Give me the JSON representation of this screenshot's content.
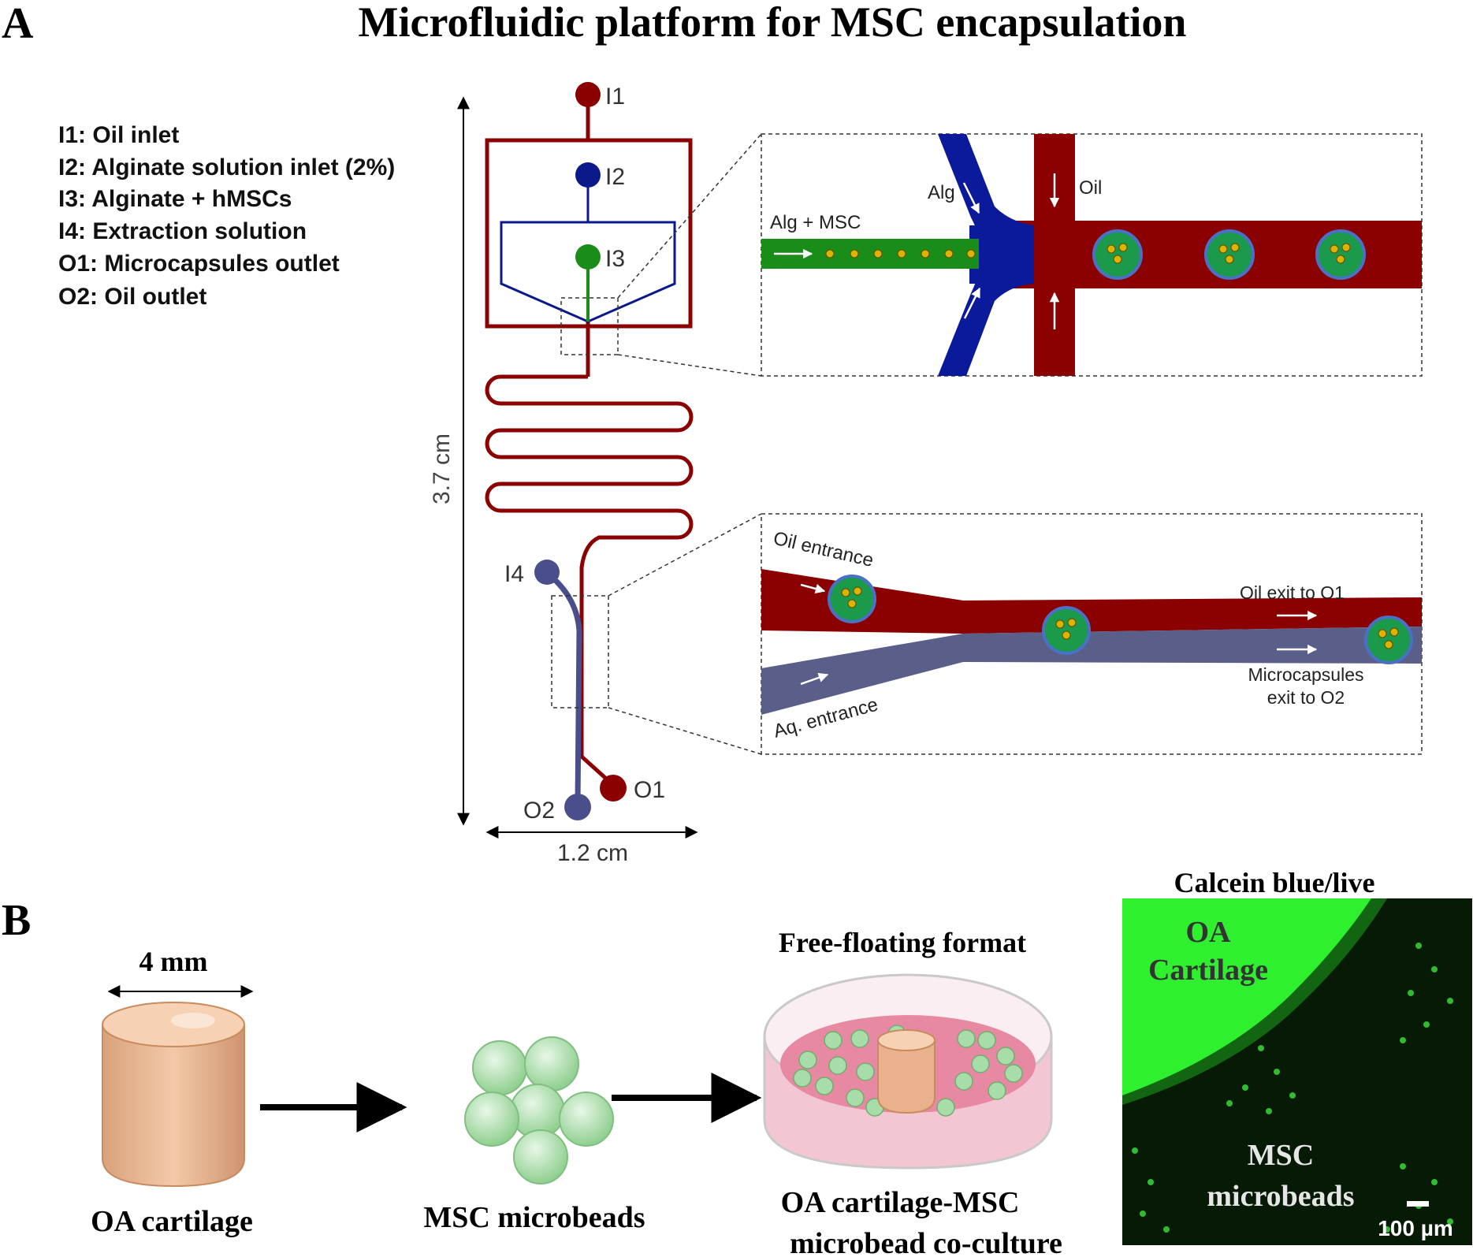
{
  "panel_a": {
    "letter": "A",
    "title": "Microfluidic platform for MSC encapsulation",
    "legend": [
      "I1:  Oil inlet",
      "I2:  Alginate solution inlet (2%)",
      "I3:  Alginate + hMSCs",
      "I4:  Extraction solution",
      "O1: Microcapsules outlet",
      "O2: Oil outlet"
    ],
    "ports": {
      "i1": "I1",
      "i2": "I2",
      "i3": "I3",
      "i4": "I4",
      "o1": "O1",
      "o2": "O2"
    },
    "dimensions": {
      "height": "3.7 cm",
      "width": "1.2 cm"
    },
    "inset_top": {
      "alg_msc": "Alg + MSC",
      "alg": "Alg",
      "oil": "Oil"
    },
    "inset_bottom": {
      "oil_entrance": "Oil entrance",
      "aq_entrance": "Aq. entrance",
      "oil_exit": "Oil exit to O1",
      "microcaps_exit_line1": "Microcapsules",
      "microcaps_exit_line2": "exit to O2"
    },
    "colors": {
      "oil": "#8b0000",
      "alginate": "#001a8c",
      "alg_msc": "#1a8c1a",
      "extraction": "#4a4f8c",
      "aq": "#5a5f8a"
    }
  },
  "panel_b": {
    "letter": "B",
    "cartilage_size": "4 mm",
    "oa_cartilage": "OA cartilage",
    "msc_microbeads": "MSC microbeads",
    "free_floating": "Free-floating format",
    "coculture_line1": "OA cartilage-MSC",
    "coculture_line2": "microbead co-culture",
    "micro_title": "Calcein blue/live",
    "micro_label_oa_line1": "OA",
    "micro_label_oa_line2": "Cartilage",
    "micro_label_msc_line1": "MSC",
    "micro_label_msc_line2": "microbeads",
    "scale_bar": "100 µm"
  }
}
